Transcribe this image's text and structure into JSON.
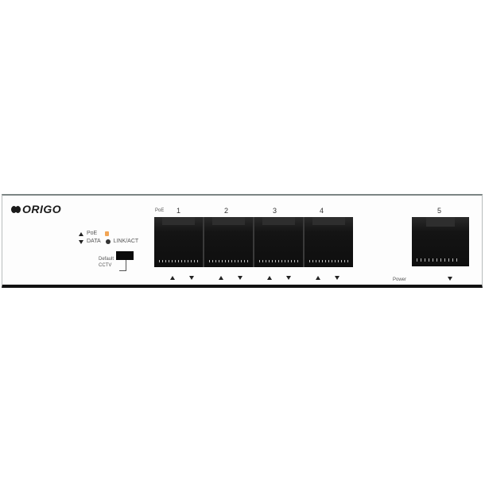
{
  "device": {
    "brand": "ORIGO",
    "legend": {
      "poe_label": "PoE",
      "data_label": "DATA",
      "link_label": "LINK/ACT"
    },
    "mode_switch": {
      "label_line1": "Default",
      "label_line2": "CCTV"
    },
    "poe_ports_label": "PoE",
    "ports": [
      {
        "number": "1"
      },
      {
        "number": "2"
      },
      {
        "number": "3"
      },
      {
        "number": "4"
      }
    ],
    "uplink_port": {
      "number": "5"
    },
    "power_label": "Power",
    "colors": {
      "panel": "#fdfdfd",
      "port": "#141414",
      "led_orange": "#f2a555"
    }
  }
}
